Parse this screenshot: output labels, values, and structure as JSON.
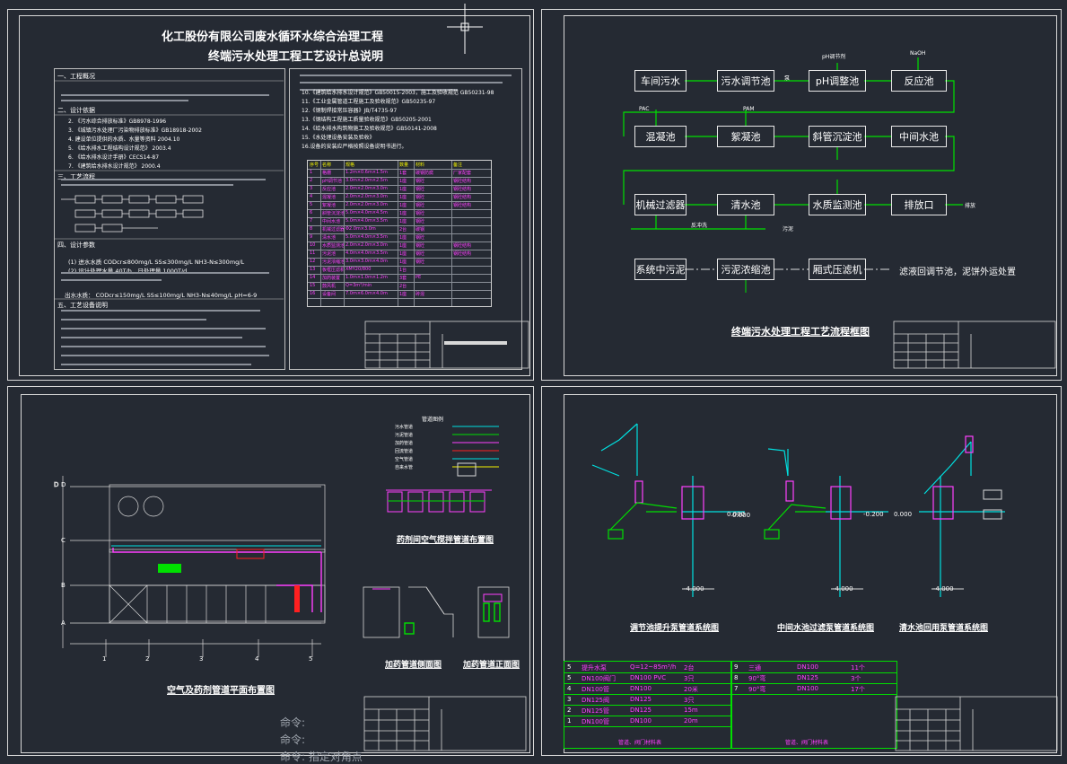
{
  "sheet1": {
    "title_line1": "化工股份有限公司废水循环水综合治理工程",
    "title_line2": "终端污水处理工程工艺设计总说明",
    "sections_left": [
      "一、工程概况",
      "二、设计依据",
      "三、工艺流程",
      "四、设计参数",
      "五、工艺设备说明"
    ],
    "standard_lines": [
      "2. 《污水综合排放标准》GB8978-1996",
      "3. 《城镇污水处理厂污染物排放标准》GB18918-2002",
      "4. 建设单位提供的水质、水量等资料 2004.10",
      "5. 《给水排水工程结构设计规范》 2003.4",
      "6. 《给水排水设计手册》CECS14-87",
      "7. 《建筑给水排水设计规范》 2000.4"
    ],
    "inflow": "(1) 进水水质 CODcr≤800mg/L SS≤300mg/L NH3-N≤300mg/L",
    "flow_rate": "(2) 设计处理水量 40T/h，日处理量 1000T/d",
    "outflow": "出水水质：  CODcr≤150mg/L SS≤100mg/L NH3-N≤40mg/L pH=6-9",
    "right_lines": [
      "10.《建筑给水排水设计规范》GB50015-2003，施工及验收规范 GB50231-98",
      "11.《工业金属管道工程施工及验收规范》GB50235-97",
      "12.《钢制焊接常压容器》JB/T4735-97",
      "13.《钢结构工程施工质量验收规范》GB50205-2001",
      "14.《给水排水构筑物施工及验收规范》GB50141-2008",
      "15.《水处理设备安装及验收》",
      "16.设备的安装应严格按照设备说明书进行。"
    ],
    "equipment_header": [
      "序号",
      "名称",
      "规格",
      "数量",
      "材料",
      "备注"
    ],
    "equipment_rows": [
      [
        "1",
        "格栅",
        "1.2m×0.6m×1.5m",
        "1套",
        "碳钢防腐",
        "厂家配套"
      ],
      [
        "2",
        "pH调节池",
        "3.0m×2.0m×2.5m",
        "1座",
        "钢砼",
        "钢砼结构"
      ],
      [
        "3",
        "反应池",
        "2.0m×2.0m×3.0m",
        "1座",
        "钢砼",
        "钢砼结构"
      ],
      [
        "4",
        "混凝池",
        "2.0m×2.0m×3.0m",
        "1座",
        "钢砼",
        "钢砼结构"
      ],
      [
        "5",
        "絮凝池",
        "2.0m×2.0m×3.0m",
        "1座",
        "钢砼",
        "钢砼结构"
      ],
      [
        "6",
        "斜管沉淀池",
        "5.0m×4.0m×4.5m",
        "1座",
        "钢砼",
        ""
      ],
      [
        "7",
        "中间水池",
        "5.0m×4.0m×3.5m",
        "1座",
        "钢砼",
        ""
      ],
      [
        "8",
        "机械过滤器",
        "Φ2.0m×3.0m",
        "2台",
        "碳钢",
        ""
      ],
      [
        "9",
        "清水池",
        "5.0m×4.0m×3.5m",
        "1座",
        "钢砼",
        ""
      ],
      [
        "10",
        "水质监测池",
        "2.0m×2.0m×3.0m",
        "1座",
        "钢砼",
        "钢砼结构"
      ],
      [
        "11",
        "污泥池",
        "4.0m×4.0m×3.5m",
        "1座",
        "钢砼",
        "钢砼结构"
      ],
      [
        "12",
        "污泥浓缩池",
        "3.0m×3.0m×4.0m",
        "1座",
        "钢砼",
        ""
      ],
      [
        "13",
        "板框压滤机",
        "XMY20/800",
        "1台",
        "",
        ""
      ],
      [
        "14",
        "加药装置",
        "1.0m×1.0m×1.2m",
        "3套",
        "PE",
        ""
      ],
      [
        "15",
        "鼓风机",
        "Q=3m³/min",
        "2台",
        "",
        ""
      ],
      [
        "16",
        "设备间",
        "7.0m×6.0m×4.0m",
        "1座",
        "砖混",
        ""
      ]
    ]
  },
  "sheet2": {
    "title": "终端污水处理工程工艺流程框图",
    "row1": [
      "车间污水",
      "污水调节池",
      "pH调整池",
      "反应池"
    ],
    "row2": [
      "混凝池",
      "絮凝池",
      "斜管沉淀池",
      "中间水池"
    ],
    "row3": [
      "机械过滤器",
      "清水池",
      "水质监测池",
      "排放口"
    ],
    "row4": [
      "系统中污泥",
      "污泥浓缩池",
      "厢式压滤机"
    ],
    "sludge_end": "滤液回调节池，泥饼外运处置",
    "label_pump": "泵",
    "label_reagent1": "pH调节剂",
    "label_reagent2": "NaOH",
    "label_reagent3": "PAC",
    "label_reagent4": "PAM",
    "label_outfall": "排放",
    "label_backwash": "反冲洗",
    "label_sludge": "污泥"
  },
  "sheet3": {
    "title_plan": "空气及药剂管道平面布置图",
    "title_room": "药剂间空气搅拌管道布置图",
    "title_side": "加药管道侧面图",
    "title_front": "加药管道正面图",
    "legend_title": "管道图例",
    "legend_items": [
      "污水管道",
      "污泥管道",
      "加药管道",
      "回流管道",
      "空气管道",
      "自来水管"
    ],
    "axis_labels": [
      "D",
      "C",
      "B",
      "A"
    ],
    "axis_numbers": [
      "1",
      "2",
      "3",
      "4",
      "5"
    ]
  },
  "sheet4": {
    "title1": "调节池提升泵管道系统图",
    "title2": "中间水池过滤泵管道系统图",
    "title3": "清水池回用泵管道系统图",
    "elev_pos": "0.000",
    "elev_pos2": "-0.200",
    "elev_neg": "-4.000",
    "table_left": [
      [
        "5",
        "提升水泵",
        "Q=12~85m³/h",
        "2台"
      ],
      [
        "5",
        "DN100阀门",
        "DN100 PVC",
        "3只"
      ],
      [
        "4",
        "DN100管",
        "DN100",
        "20米"
      ],
      [
        "3",
        "DN125阀",
        "DN125",
        "3只"
      ],
      [
        "2",
        "DN125管",
        "DN125",
        "15m"
      ],
      [
        "1",
        "DN100管",
        "DN100",
        "20m"
      ]
    ],
    "table_right": [
      [
        "9",
        "三通",
        "DN100",
        "11个"
      ],
      [
        "8",
        "90°弯",
        "DN125",
        "3个"
      ],
      [
        "7",
        "90°弯",
        "DN100",
        "17个"
      ]
    ],
    "table_caption_left": "管道、阀门材料表",
    "table_caption_right": "管道、阀门材料表"
  },
  "command_lines": [
    "命令:",
    "命令:",
    "命令:   指定对角点"
  ],
  "colors": {
    "background": "#252a33",
    "line": "#d8d8d8",
    "magenta": "#ff40ff",
    "cyan": "#00e0e0",
    "green": "#00e000",
    "yellow": "#f2f200",
    "red": "#ff2020"
  }
}
